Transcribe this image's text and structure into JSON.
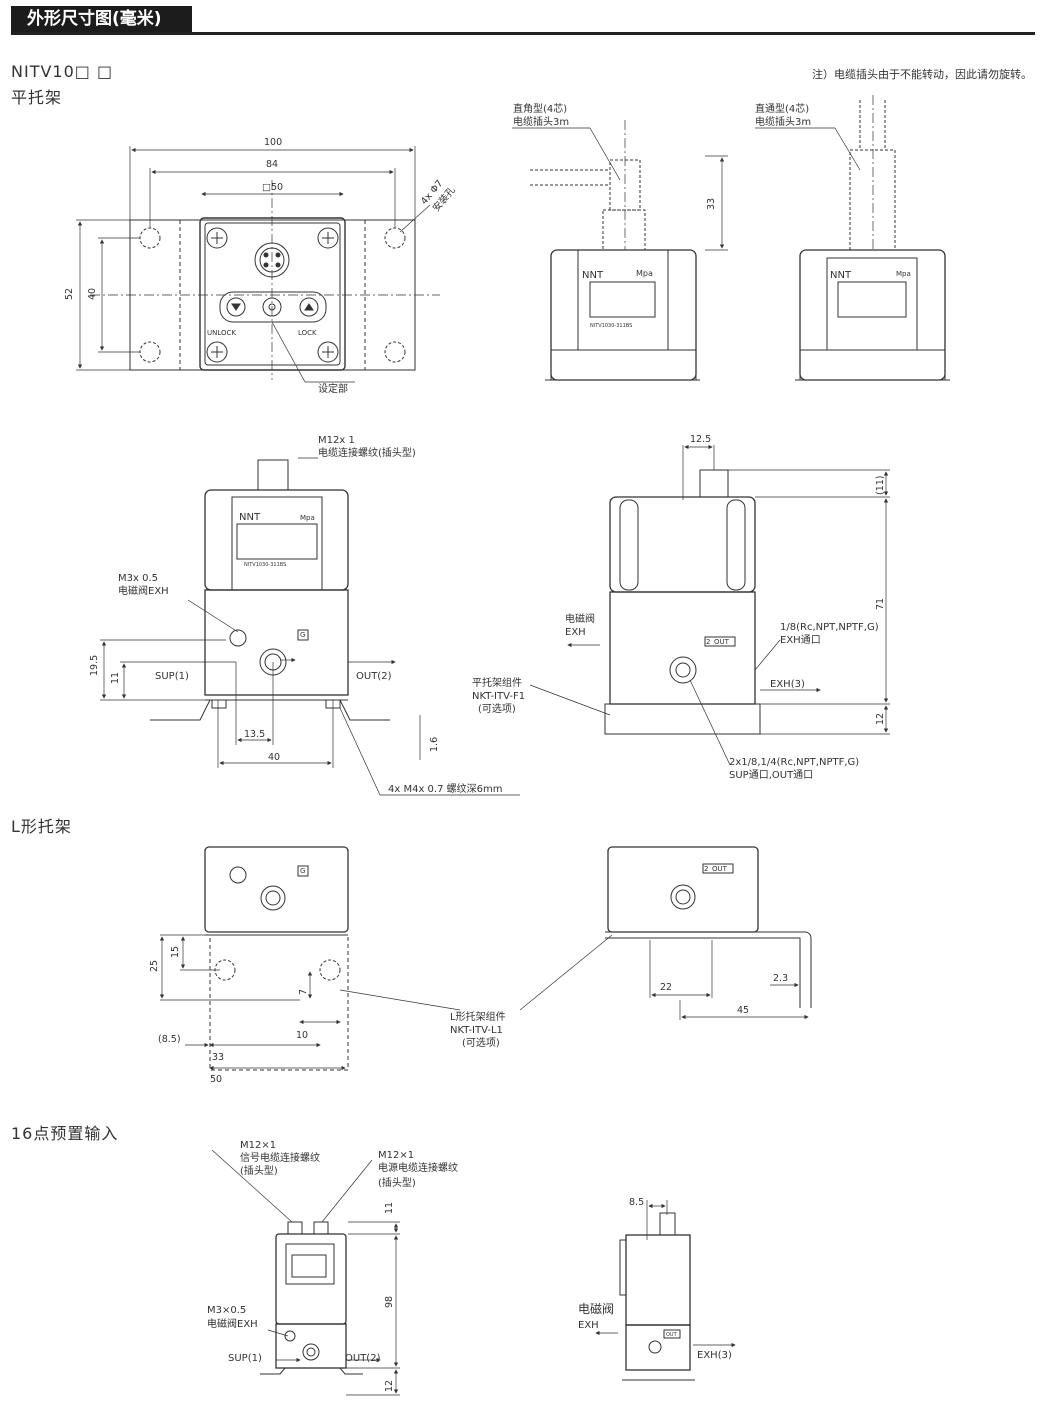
{
  "header": {
    "title": "外形尺寸图(毫米)"
  },
  "note": "注）电缆插头由于不能转动，因此请勿旋转。",
  "model": "NITV10□ □",
  "sections": {
    "flat": "平托架",
    "lshape": "L形托架",
    "preset": "16点预置输入"
  },
  "top_view": {
    "dims": [
      "100",
      "84",
      "□50",
      "52",
      "40"
    ],
    "holes": "4x Φ7",
    "holes_label": "安装孔",
    "unlock": "UNLOCK",
    "lock": "LOCK",
    "setting": "设定部"
  },
  "connectors": {
    "right_angle": [
      "直角型(4芯)",
      "电缆插头3m"
    ],
    "straight": [
      "直通型(4芯)",
      "电缆插头3m"
    ],
    "dim33": "33"
  },
  "device": {
    "brand": "NNT",
    "unit": "Mpa",
    "model_plate": "NITV1030-311BS",
    "gauge_mark": "G",
    "port_out": "OUT"
  },
  "front_view": {
    "m12": [
      "M12x 1",
      "电缆连接螺纹(插头型)"
    ],
    "m3": [
      "M3x 0.5",
      "电磁阀EXH"
    ],
    "sup": "SUP(1)",
    "out": "OUT(2)",
    "dims": [
      "19.5",
      "11",
      "13.5",
      "40",
      "1.6"
    ],
    "tap": "4x M4x 0.7 螺纹深6mm",
    "bracket": [
      "平托架组件",
      "NKT-ITV-F1",
      "(可选项)"
    ]
  },
  "side_view": {
    "dims": [
      "12.5",
      "(11)",
      "71",
      "12"
    ],
    "exh_valve": [
      "电磁阀",
      "EXH"
    ],
    "exh_port": [
      "1/8(Rc,NPT,NPTF,G)",
      "EXH通口"
    ],
    "exh3": "EXH(3)",
    "ports": [
      "2x1/8,1/4(Rc,NPT,NPTF,G)",
      "SUP通口,OUT通口"
    ],
    "port_no": "2"
  },
  "l_view": {
    "dims": [
      "25",
      "15",
      "7",
      "10",
      "(8.5)",
      "33",
      "50",
      "22",
      "45",
      "2.3"
    ],
    "bracket": [
      "L形托架组件",
      "NKT-ITV-L1",
      "(可选项)"
    ]
  },
  "preset_view": {
    "m12a": [
      "M12×1",
      "信号电缆连接螺纹",
      "(插头型)"
    ],
    "m12b": [
      "M12×1",
      "电源电缆连接螺纹",
      "(插头型)"
    ],
    "m3": [
      "M3×0.5",
      "电磁阀EXH"
    ],
    "sup": "SUP(1)",
    "out": "OUT(2)",
    "dims": [
      "11",
      "98",
      "12",
      "8.5"
    ],
    "exh_valve": [
      "电磁阀",
      "EXH"
    ],
    "exh3": "EXH(3)"
  }
}
